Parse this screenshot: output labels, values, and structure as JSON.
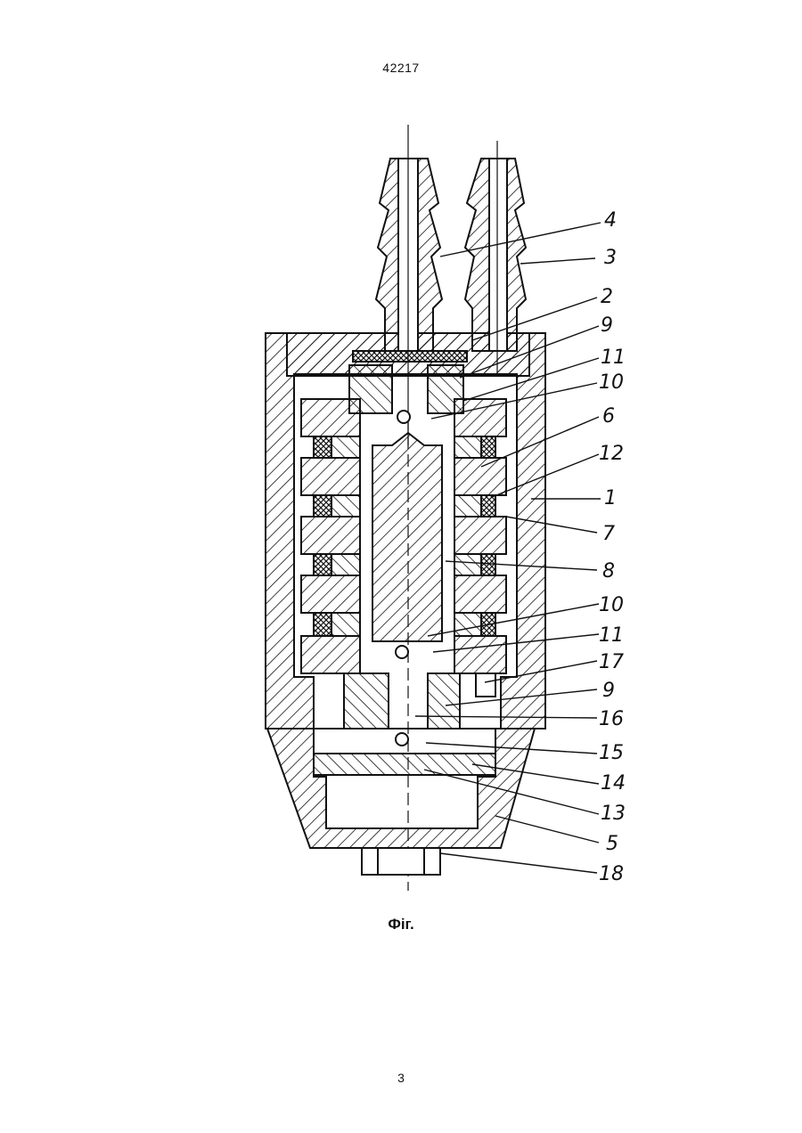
{
  "document": {
    "header_number": "42217",
    "figure_caption": "Фіг.",
    "page_number": "3"
  },
  "callouts": [
    {
      "label": "4"
    },
    {
      "label": "3"
    },
    {
      "label": "2"
    },
    {
      "label": "9"
    },
    {
      "label": "11"
    },
    {
      "label": "10"
    },
    {
      "label": "6"
    },
    {
      "label": "12"
    },
    {
      "label": "1"
    },
    {
      "label": "7"
    },
    {
      "label": "8"
    },
    {
      "label": "10"
    },
    {
      "label": "11"
    },
    {
      "label": "17"
    },
    {
      "label": "9"
    },
    {
      "label": "16"
    },
    {
      "label": "15"
    },
    {
      "label": "14"
    },
    {
      "label": "13"
    },
    {
      "label": "5"
    },
    {
      "label": "18"
    }
  ]
}
